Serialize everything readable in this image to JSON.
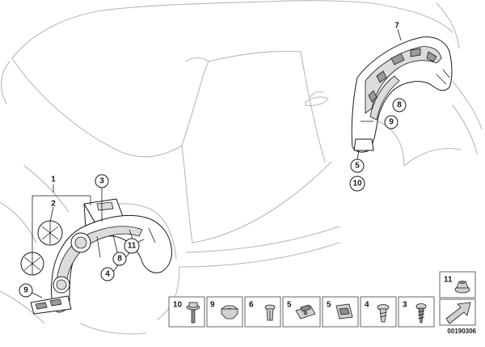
{
  "diagram": {
    "callouts": {
      "front_1": "1",
      "front_2": "2",
      "front_3": "3",
      "front_4": "4",
      "front_8": "8",
      "front_9": "9",
      "front_11": "11",
      "rear_7": "7",
      "rear_8": "8",
      "rear_9": "9",
      "rear_5": "5",
      "rear_10": "10"
    },
    "legend_cells": [
      {
        "label": "10",
        "icon": "screw-with-washer-icon"
      },
      {
        "label": "9",
        "icon": "hex-nut-icon"
      },
      {
        "label": "6",
        "icon": "expanding-rivet-icon"
      },
      {
        "label": "5",
        "icon": "spring-clip-nut-icon"
      },
      {
        "label": "5",
        "icon": "square-clip-nut-icon"
      },
      {
        "label": "4",
        "icon": "torx-screw-icon"
      },
      {
        "label": "3",
        "icon": "self-tapping-screw-icon"
      },
      {
        "label": "11",
        "icon": "flange-nut-icon"
      }
    ],
    "diagram_code": "00190306",
    "colors": {
      "car_outline": "#b8b8b8",
      "line": "#1a1a1a",
      "cell_border": "#555555"
    }
  }
}
